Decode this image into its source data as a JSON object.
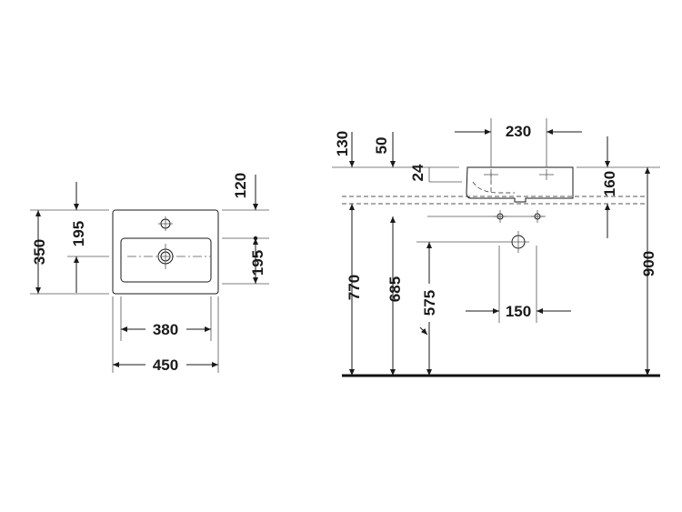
{
  "plan_view": {
    "width_outer": "450",
    "width_inner": "380",
    "depth": "350",
    "tap_offset": "195",
    "top_to_tap": "120",
    "drain_offset": "195"
  },
  "side_view": {
    "rim_offset": "130",
    "overflow_offset": "50",
    "tap_spacing": "230",
    "basin_thickness": "24",
    "basin_height": "160",
    "rim_height": "770",
    "wall_mount_height": "685",
    "waste_height": "575",
    "waste_spacing": "150",
    "total_height": "900"
  }
}
